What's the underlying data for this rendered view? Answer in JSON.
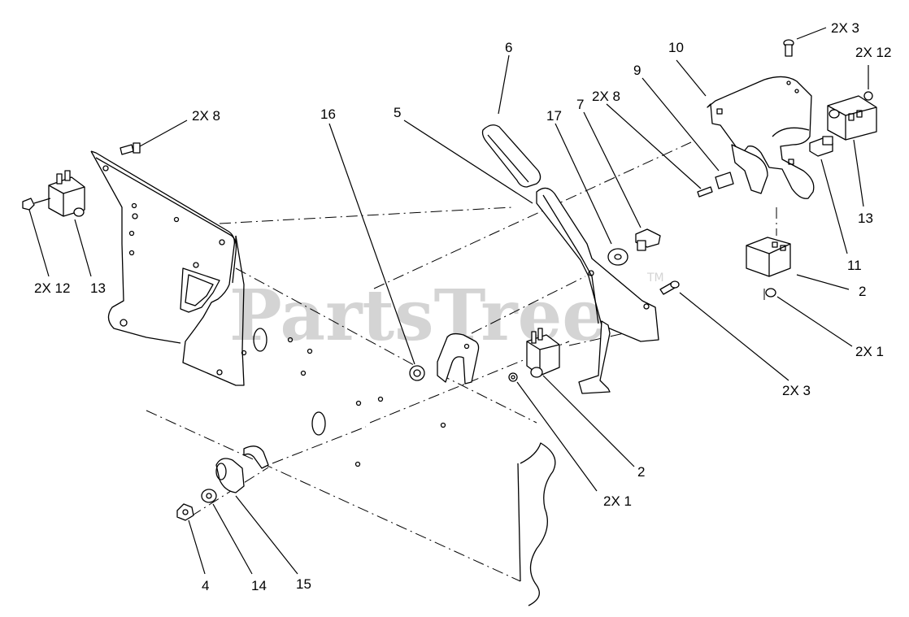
{
  "watermark": {
    "text": "PartsTree",
    "tm": "TM"
  },
  "labels": {
    "l_2x8_left": "2X 8",
    "l_2x12_left": "2X 12",
    "l_13_left": "13",
    "l_16": "16",
    "l_5": "5",
    "l_6": "6",
    "l_17": "17",
    "l_7": "7",
    "l_2x8_mid": "2X 8",
    "l_9": "9",
    "l_10": "10",
    "l_2x3_top": "2X 3",
    "l_2x12_right": "2X 12",
    "l_13_right": "13",
    "l_11": "11",
    "l_2_right": "2",
    "l_2x1_right": "2X 1",
    "l_2x3_mid": "2X 3",
    "l_2_mid": "2",
    "l_2x1_mid": "2X 1",
    "l_4": "4",
    "l_14": "14",
    "l_15": "15"
  }
}
